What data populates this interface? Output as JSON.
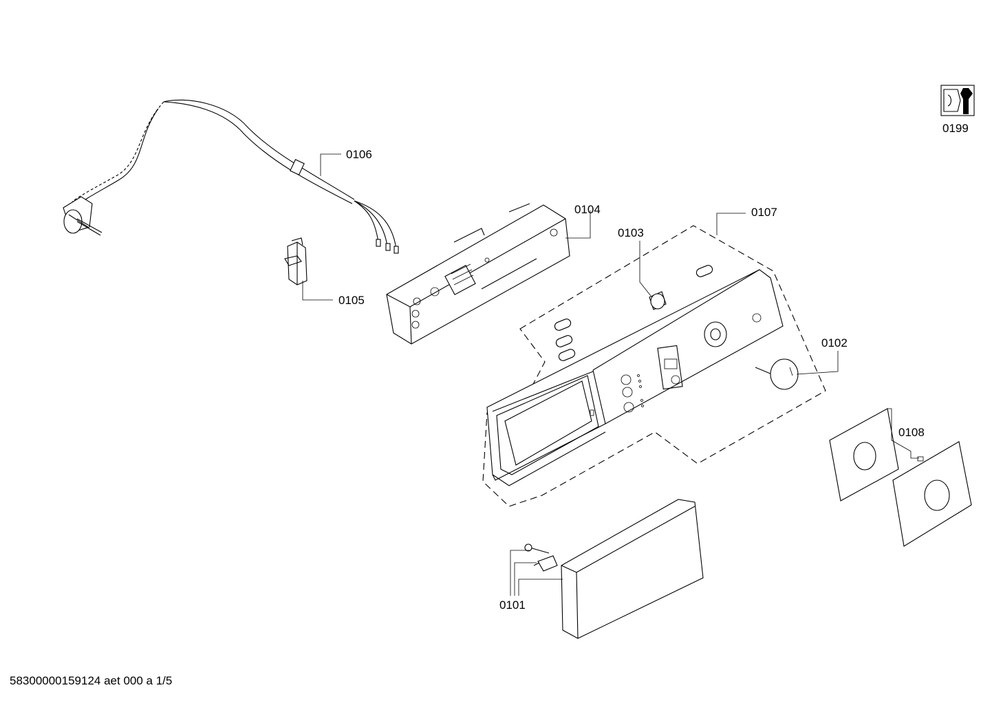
{
  "callouts": {
    "c0101": "0101",
    "c0102": "0102",
    "c0103": "0103",
    "c0104": "0104",
    "c0105": "0105",
    "c0106": "0106",
    "c0107": "0107",
    "c0108": "0108",
    "c0199": "0199"
  },
  "footer": {
    "document_code": "58300000159124 aet 000 a 1/5"
  },
  "icons": {
    "service_kit": "service-wrench-icon"
  }
}
